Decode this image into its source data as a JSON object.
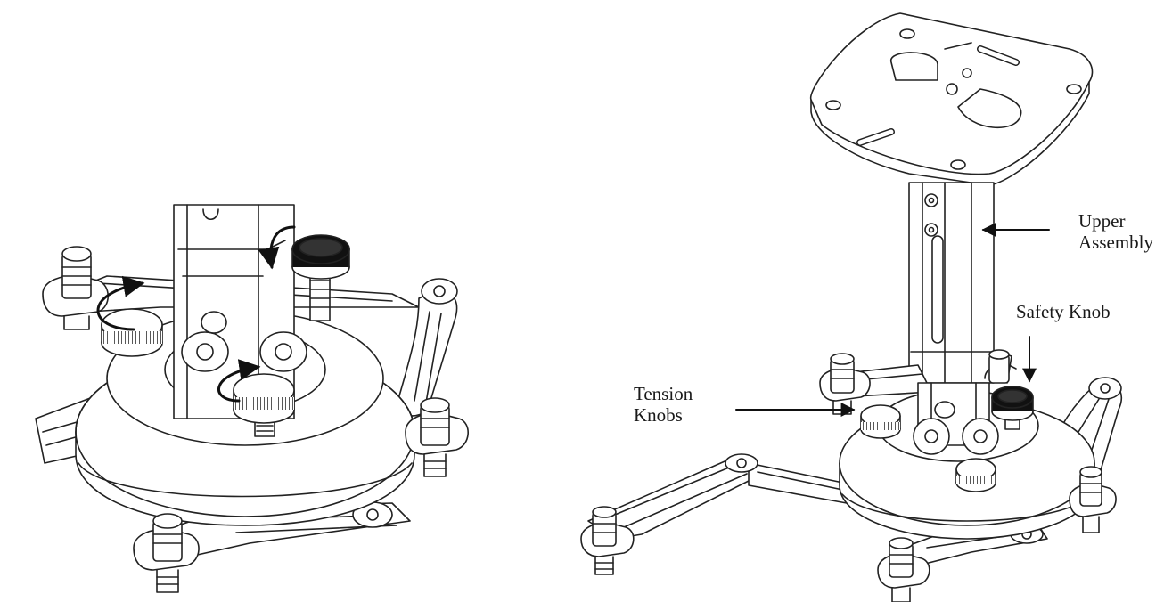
{
  "labels": {
    "upper_assembly_line1": "Upper",
    "upper_assembly_line2": "Assembly",
    "safety_knob": "Safety Knob",
    "tension_knobs_line1": "Tension",
    "tension_knobs_line2": "Knobs"
  }
}
